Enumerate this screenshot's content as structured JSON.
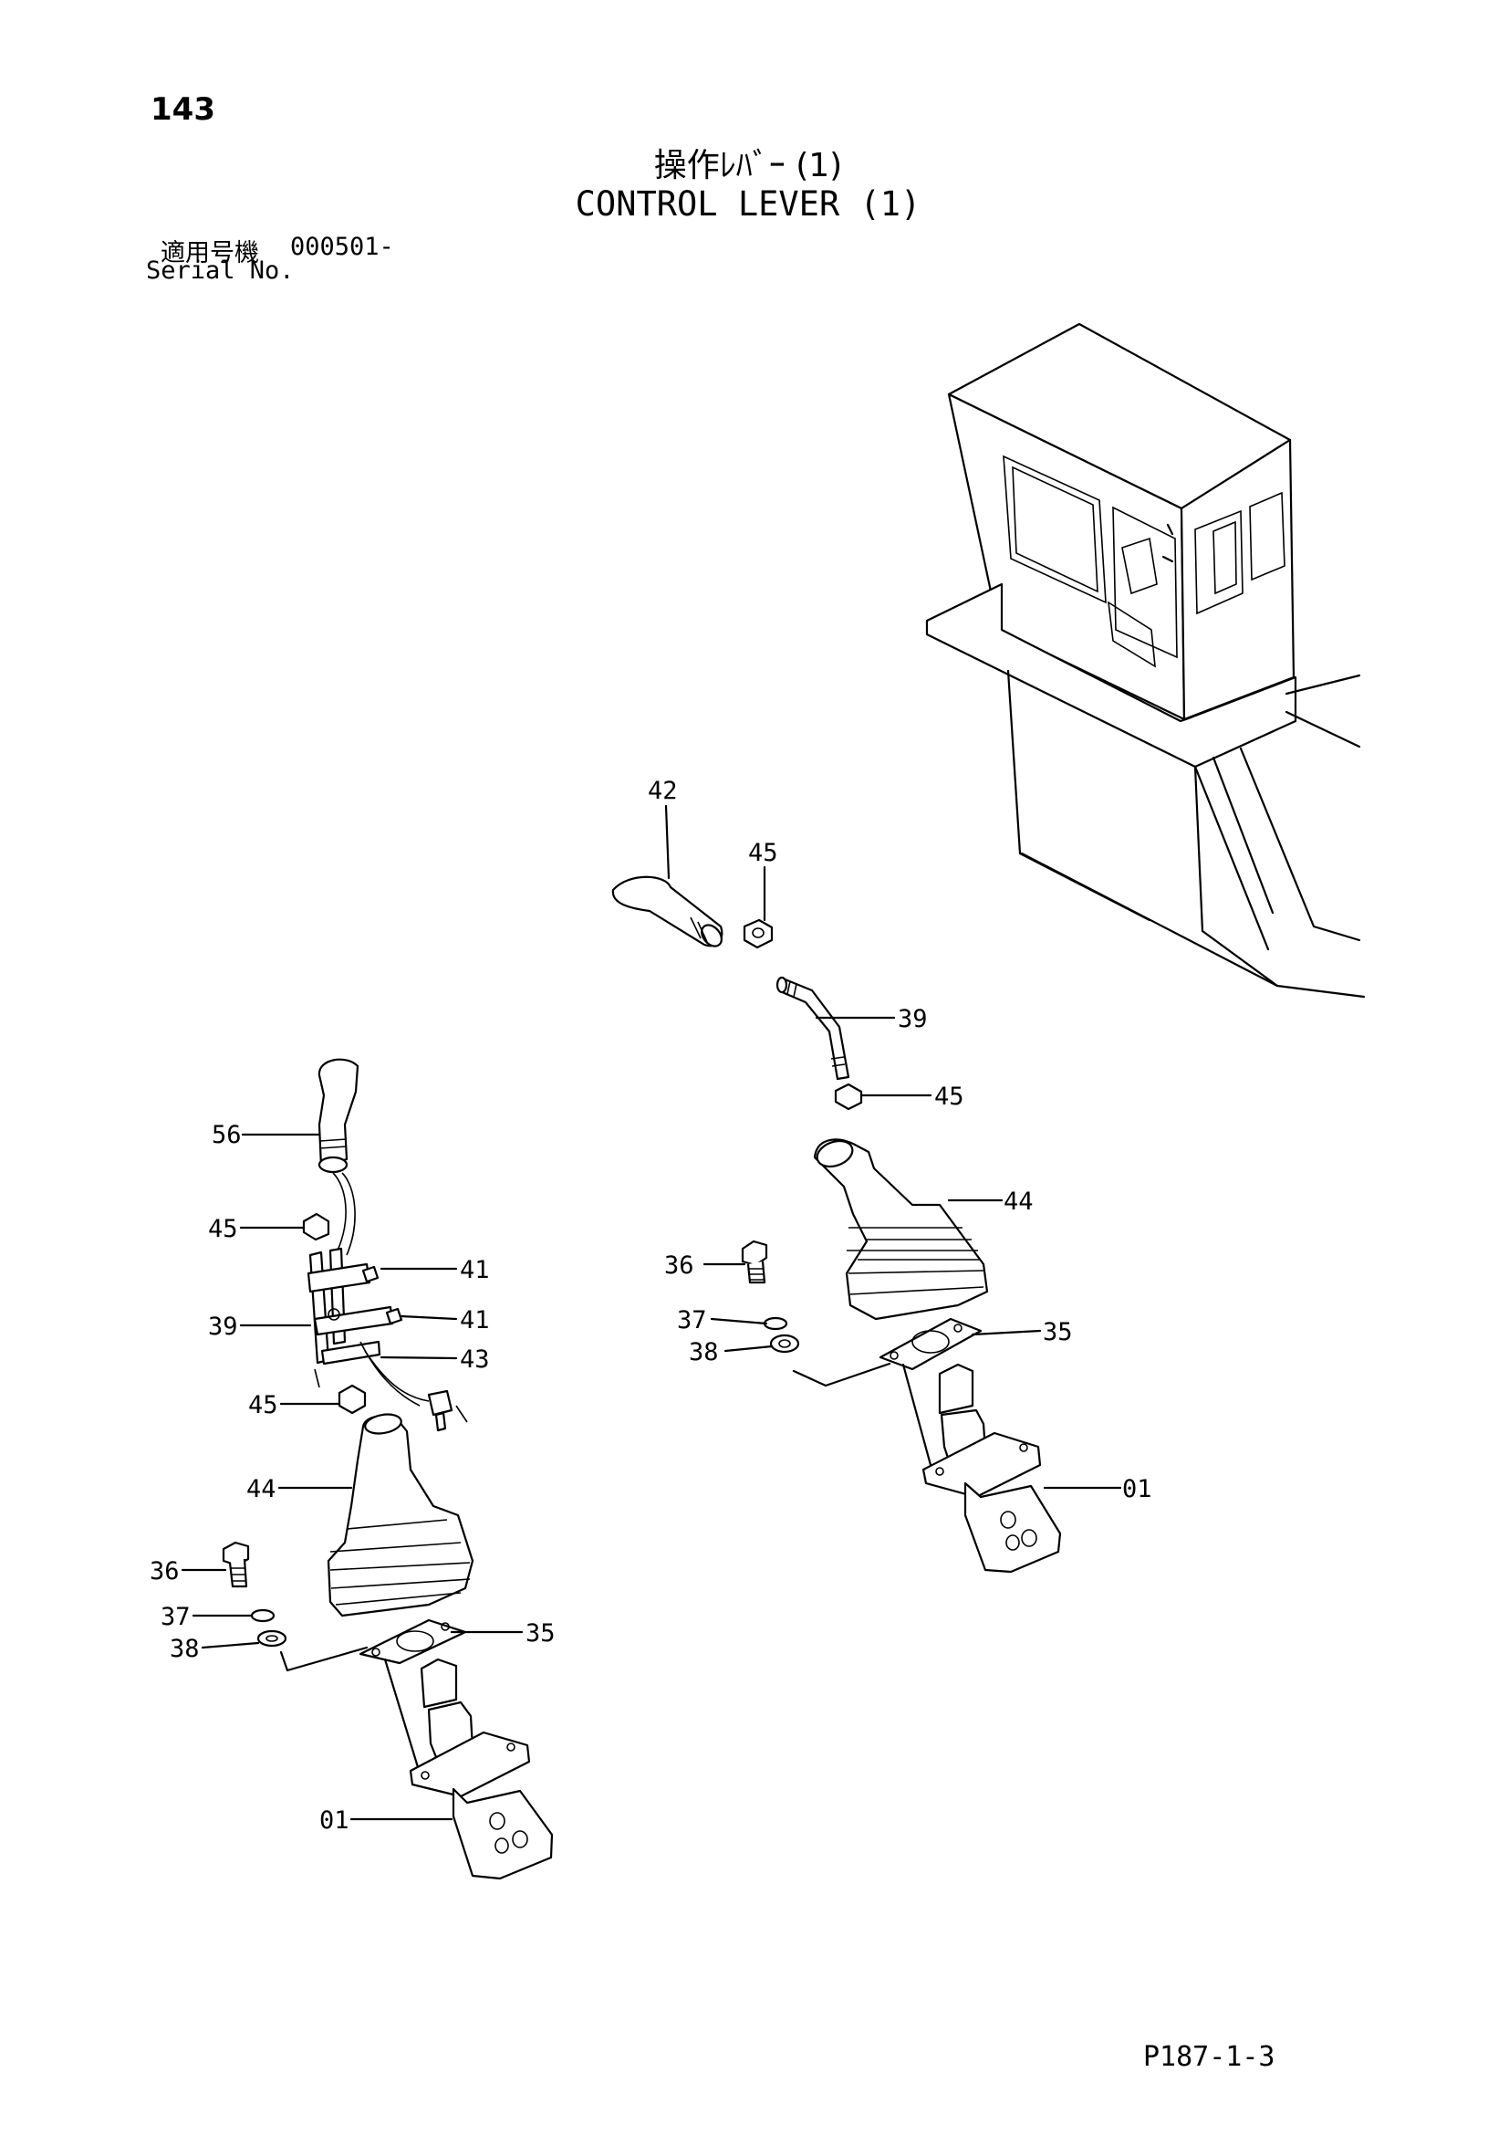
{
  "header": {
    "page_number": "143",
    "title_jp": "操作ﾚﾊﾞｰ (1)",
    "title_en": "CONTROL LEVER (1)",
    "serial_label_jp": "適用号機",
    "serial_value": "000501-",
    "serial_label_en": "Serial No."
  },
  "footer": {
    "reference_code": "P187-1-3"
  },
  "callouts": {
    "right_assembly": {
      "c42": "42",
      "c45_top": "45",
      "c39": "39",
      "c45_mid": "45",
      "c44": "44",
      "c36": "36",
      "c37": "37",
      "c38": "38",
      "c35": "35",
      "c01": "01"
    },
    "left_assembly": {
      "c56": "56",
      "c45_top": "45",
      "c41_top": "41",
      "c39": "39",
      "c41_bottom": "41",
      "c43": "43",
      "c45_bottom": "45",
      "c44": "44",
      "c36": "36",
      "c37": "37",
      "c38": "38",
      "c35": "35",
      "c01": "01"
    }
  }
}
